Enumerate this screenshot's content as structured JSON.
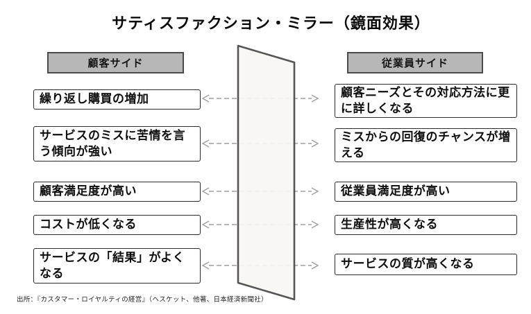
{
  "title": "サティスファクション・ミラー（鏡面効果）",
  "customer_side": {
    "header": "顧客サイド",
    "items": [
      "繰り返し購買の増加",
      "サービスのミスに苦情を言う傾向が強い",
      "顧客満足度が高い",
      "コストが低くなる",
      "サービスの「結果」がよくなる"
    ]
  },
  "employee_side": {
    "header": "従業員サイド",
    "items": [
      "顧客ニーズとその対応方法に更に詳しくなる",
      "ミスからの回復のチャンスが増える",
      "従業員満足度が高い",
      "生産性が高くなる",
      "サービスの質が高くなる"
    ]
  },
  "source_note": "出所：『カスタマー・ロイヤルティの経営』（ヘスケット、他著、日本経済新聞社）",
  "colors": {
    "background": "#ffffff",
    "text": "#111111",
    "header_fill": "#b7b7b7",
    "box_border": "#2b2b2b",
    "arrow": "#9e9e9e",
    "mirror_fill": "rgba(247,246,242,0.92)",
    "mirror_border": "#555555"
  }
}
